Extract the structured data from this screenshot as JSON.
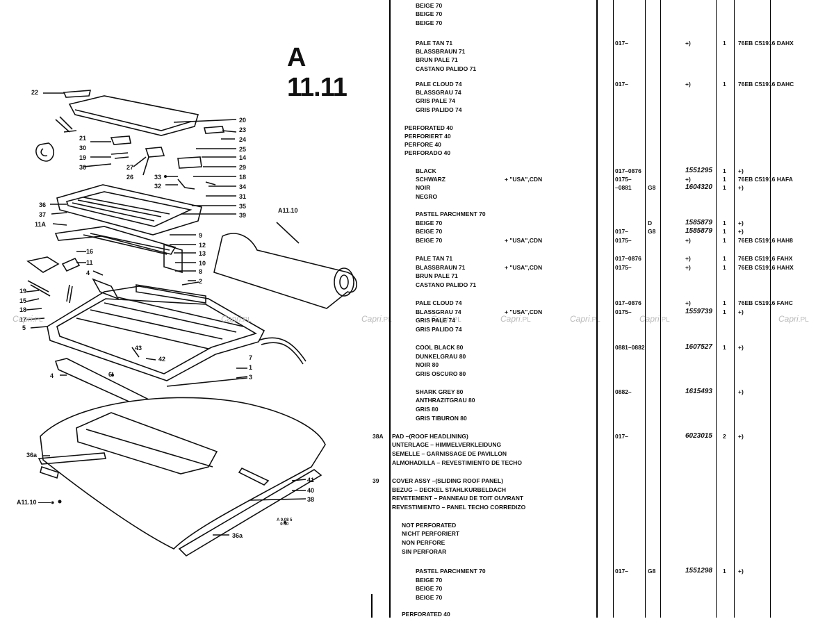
{
  "page_title": "A 11.11",
  "diagram": {
    "callouts": {
      "c22": "22",
      "c21": "21",
      "c30a": "30",
      "c19a": "19",
      "c30b": "30",
      "c27": "27",
      "c26": "26",
      "c20": "20",
      "c23": "23",
      "c24": "24",
      "c25": "25",
      "c14": "14",
      "c29": "29",
      "c18": "18",
      "c33": "33",
      "c32": "32",
      "c34": "34",
      "c31": "31",
      "c35": "35",
      "c38a": "36",
      "c37": "37",
      "c11a": "11A",
      "c39": "39",
      "c9": "9",
      "c12": "12",
      "c13": "13",
      "c10": "10",
      "c8": "8",
      "c2": "2",
      "c16": "16",
      "c11": "11",
      "c4a": "4",
      "c19b": "19",
      "c15": "15",
      "c18b": "18",
      "c17": "17",
      "c5": "5",
      "c43": "43",
      "c42": "42",
      "c6": "6",
      "c4b": "4",
      "c7": "7",
      "c1": "1",
      "c3": "3",
      "c41": "41",
      "c40": "40",
      "c38": "38",
      "c36a": "36a",
      "c36b": "36a",
      "ref_a1110_top": "A11.10",
      "ref_a1110_left": "A11.10 ——●",
      "stamp": "A 0.08 5\n0-10"
    }
  },
  "watermark": {
    "brand": "Capri",
    "suffix": ".PL"
  },
  "rows": [
    {
      "id": "r1",
      "desc": "BEIGE 70"
    },
    {
      "id": "r2",
      "desc": "BEIGE 70"
    },
    {
      "id": "r3",
      "desc": "BEIGE 70"
    },
    {
      "id": "r4",
      "desc": "PALE TAN 71",
      "from": "017–",
      "qty_note": "+)",
      "qty": "1",
      "ref": "76EB C51916 DAHX"
    },
    {
      "id": "r5",
      "desc": "BLASSBRAUN 71"
    },
    {
      "id": "r6",
      "desc": "BRUN PALE 71"
    },
    {
      "id": "r7",
      "desc": "CASTANO PALIDO 71"
    },
    {
      "id": "r8",
      "desc": "PALE CLOUD 74",
      "from": "017–",
      "qty_note": "+)",
      "qty": "1",
      "ref": "76EB C51916 DAHC"
    },
    {
      "id": "r9",
      "desc": "BLASSGRAU 74"
    },
    {
      "id": "r10",
      "desc": "GRIS PALE 74"
    },
    {
      "id": "r11",
      "desc": "GRIS PALIDO 74"
    },
    {
      "id": "r12",
      "desc": "PERFORATED 40"
    },
    {
      "id": "r13",
      "desc": "PERFORIERT 40"
    },
    {
      "id": "r14",
      "desc": "PERFORE 40"
    },
    {
      "id": "r15",
      "desc": "PERFORADO 40"
    },
    {
      "id": "r16",
      "desc": "BLACK",
      "from": "017–0876",
      "part": "1551295",
      "qty": "1",
      "note": "+)"
    },
    {
      "id": "r17",
      "desc": "SCHWARZ",
      "mkt": "+ \"USA\",CDN",
      "from": "0175–",
      "part": "+)",
      "qty": "1",
      "ref": "76EB C51916 HAFA"
    },
    {
      "id": "r18",
      "desc": "NOIR",
      "from": "–0881",
      "code": "G8",
      "part": "1604320",
      "qty": "1",
      "note": "+)"
    },
    {
      "id": "r19",
      "desc": "NEGRO"
    },
    {
      "id": "r20",
      "desc": "PASTEL PARCHMENT 70"
    },
    {
      "id": "r21",
      "desc": "BEIGE 70",
      "code": "D",
      "part": "1585879",
      "qty": "1",
      "note": "+)"
    },
    {
      "id": "r22",
      "desc": "BEIGE 70",
      "from": "017–",
      "code": "G8",
      "part": "1585879",
      "qty": "1",
      "note": "+)"
    },
    {
      "id": "r23",
      "desc": "BEIGE 70",
      "mkt": "+ \"USA\",CDN",
      "from": "0175–",
      "part": "+)",
      "qty": "1",
      "ref": "76EB C51916 HAH8"
    },
    {
      "id": "r24",
      "desc": "PALE TAN 71",
      "from": "017–0876",
      "part": "+)",
      "qty": "1",
      "ref": "76EB C51916 FAHX"
    },
    {
      "id": "r25",
      "desc": "BLASSBRAUN 71",
      "mkt": "+ \"USA\",CDN",
      "from": "0175–",
      "part": "+)",
      "qty": "1",
      "ref": "76EB C51916 HAHX"
    },
    {
      "id": "r26",
      "desc": "BRUN PALE 71"
    },
    {
      "id": "r27",
      "desc": "CASTANO PALIDO 71"
    },
    {
      "id": "r28",
      "desc": "PALE CLOUD 74",
      "from": "017–0876",
      "part": "+)",
      "qty": "1",
      "ref": "76EB C51916 FAHC"
    },
    {
      "id": "r29",
      "desc": "BLASSGRAU 74",
      "mkt": "+ \"USA\",CDN",
      "from": "0175–",
      "part": "1559739",
      "qty": "1",
      "note": "+)"
    },
    {
      "id": "r30",
      "desc": "GRIS PALE 74"
    },
    {
      "id": "r31",
      "desc": "GRIS PALIDO 74"
    },
    {
      "id": "r32",
      "desc": "COOL BLACK 80",
      "from": "0881–0882",
      "part": "1607527",
      "qty": "1",
      "note": "+)"
    },
    {
      "id": "r33",
      "desc": "DUNKELGRAU 80"
    },
    {
      "id": "r34",
      "desc": "NOIR 80"
    },
    {
      "id": "r35",
      "desc": "GRIS OSCURO 80"
    },
    {
      "id": "r36",
      "desc": "SHARK GREY 80",
      "from": "0882–",
      "part": "1615493",
      "note": "+)"
    },
    {
      "id": "r37",
      "desc": "ANTHRAZITGRAU 80"
    },
    {
      "id": "r38",
      "desc": "GRIS 80"
    },
    {
      "id": "r39",
      "desc": "GRIS TIBURON 80"
    },
    {
      "id": "r40",
      "item": "38A",
      "desc": "PAD –(ROOF HEADLINING)",
      "from": "017–",
      "part": "6023015",
      "qty": "2",
      "note": "+)"
    },
    {
      "id": "r41",
      "desc": "UNTERLAGE – HIMMELVERKLEIDUNG"
    },
    {
      "id": "r42",
      "desc": "SEMELLE – GARNISSAGE DE PAVILLON"
    },
    {
      "id": "r43",
      "desc": "ALMOHADILLA – REVESTIMIENTO DE TECHO"
    },
    {
      "id": "r44",
      "item": "39",
      "desc": "COVER ASSY –(SLIDING ROOF PANEL)"
    },
    {
      "id": "r45",
      "desc": "BEZUG – DECKEL STAHLKURBELDACH"
    },
    {
      "id": "r46",
      "desc": "REVETEMENT – PANNEAU DE TOIT OUVRANT"
    },
    {
      "id": "r47",
      "desc": "REVESTIMIENTO – PANEL TECHO CORREDIZO"
    },
    {
      "id": "r48",
      "desc": "NOT PERFORATED"
    },
    {
      "id": "r49",
      "desc": "NICHT PERFORIERT"
    },
    {
      "id": "r50",
      "desc": "NON PERFORE"
    },
    {
      "id": "r51",
      "desc": "SIN PERFORAR"
    },
    {
      "id": "r52",
      "desc": "PASTEL PARCHMENT 70",
      "from": "017–",
      "code": "G8",
      "part": "1551298",
      "qty": "1",
      "note": "+)"
    },
    {
      "id": "r53",
      "desc": "BEIGE 70"
    },
    {
      "id": "r54",
      "desc": "BEIGE 70"
    },
    {
      "id": "r55",
      "desc": "BEIGE 70"
    },
    {
      "id": "r56",
      "desc": "PERFORATED 40"
    }
  ]
}
